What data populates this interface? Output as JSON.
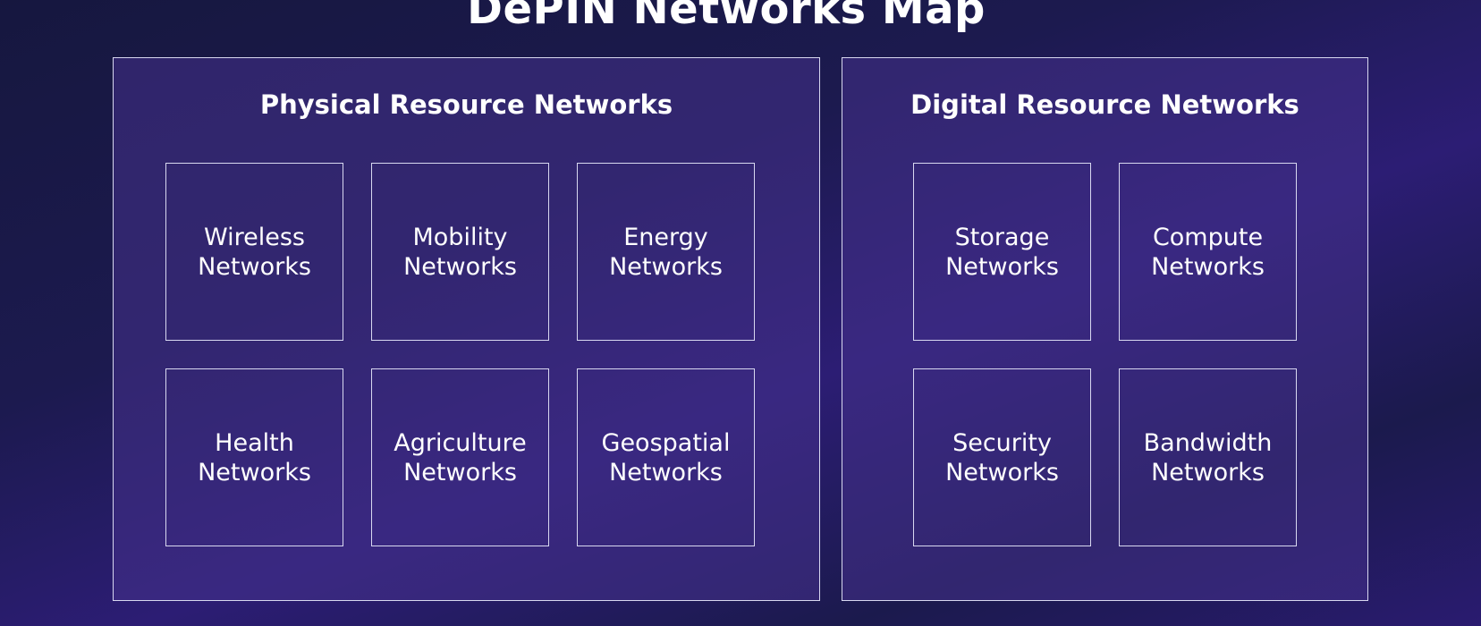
{
  "title": "DePIN Networks Map",
  "physical": {
    "title": "Physical Resource Networks",
    "items": [
      {
        "label": "Wireless\nNetworks"
      },
      {
        "label": "Mobility\nNetworks"
      },
      {
        "label": "Energy\nNetworks"
      },
      {
        "label": "Health\nNetworks"
      },
      {
        "label": "Agriculture\nNetworks"
      },
      {
        "label": "Geospatial\nNetworks"
      }
    ]
  },
  "digital": {
    "title": "Digital Resource Networks",
    "items": [
      {
        "label": "Storage\nNetworks"
      },
      {
        "label": "Compute\nNetworks"
      },
      {
        "label": "Security\nNetworks"
      },
      {
        "label": "Bandwidth\nNetworks"
      }
    ]
  }
}
